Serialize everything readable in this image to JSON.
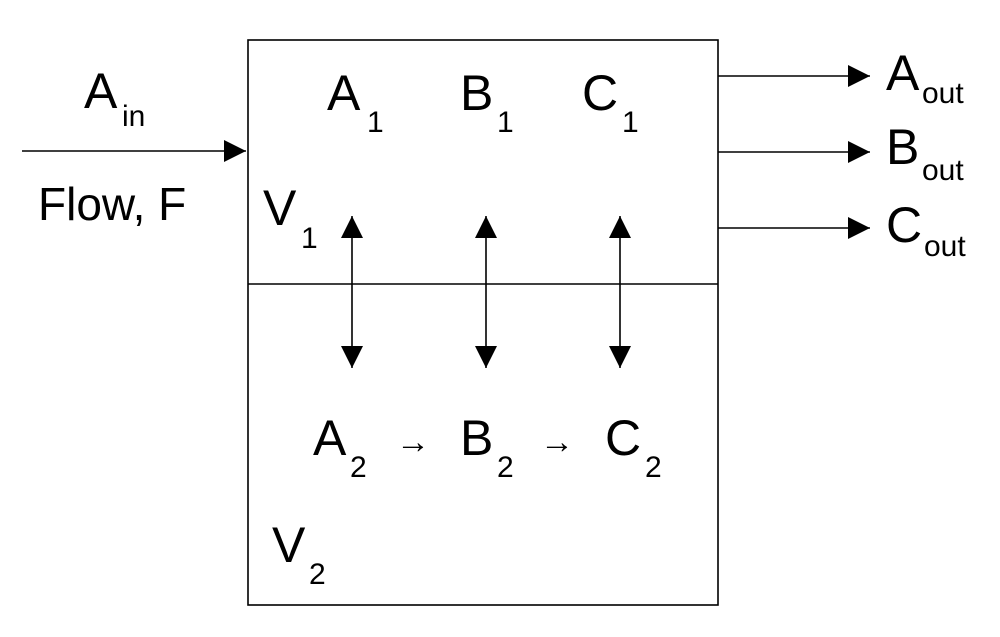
{
  "inlet": {
    "species": "A",
    "species_sub": "in",
    "flow_label": "Flow, F"
  },
  "upper_phase": {
    "species": [
      {
        "base": "A",
        "sub": "1"
      },
      {
        "base": "B",
        "sub": "1"
      },
      {
        "base": "C",
        "sub": "1"
      }
    ],
    "volume": {
      "base": "V",
      "sub": "1"
    }
  },
  "lower_phase": {
    "species": [
      {
        "base": "A",
        "sub": "2"
      },
      {
        "base": "B",
        "sub": "2"
      },
      {
        "base": "C",
        "sub": "2"
      }
    ],
    "reaction_arrows": [
      "→",
      "→"
    ],
    "volume": {
      "base": "V",
      "sub": "2"
    }
  },
  "outlets": [
    {
      "base": "A",
      "sub": "out"
    },
    {
      "base": "B",
      "sub": "out"
    },
    {
      "base": "C",
      "sub": "out"
    }
  ]
}
